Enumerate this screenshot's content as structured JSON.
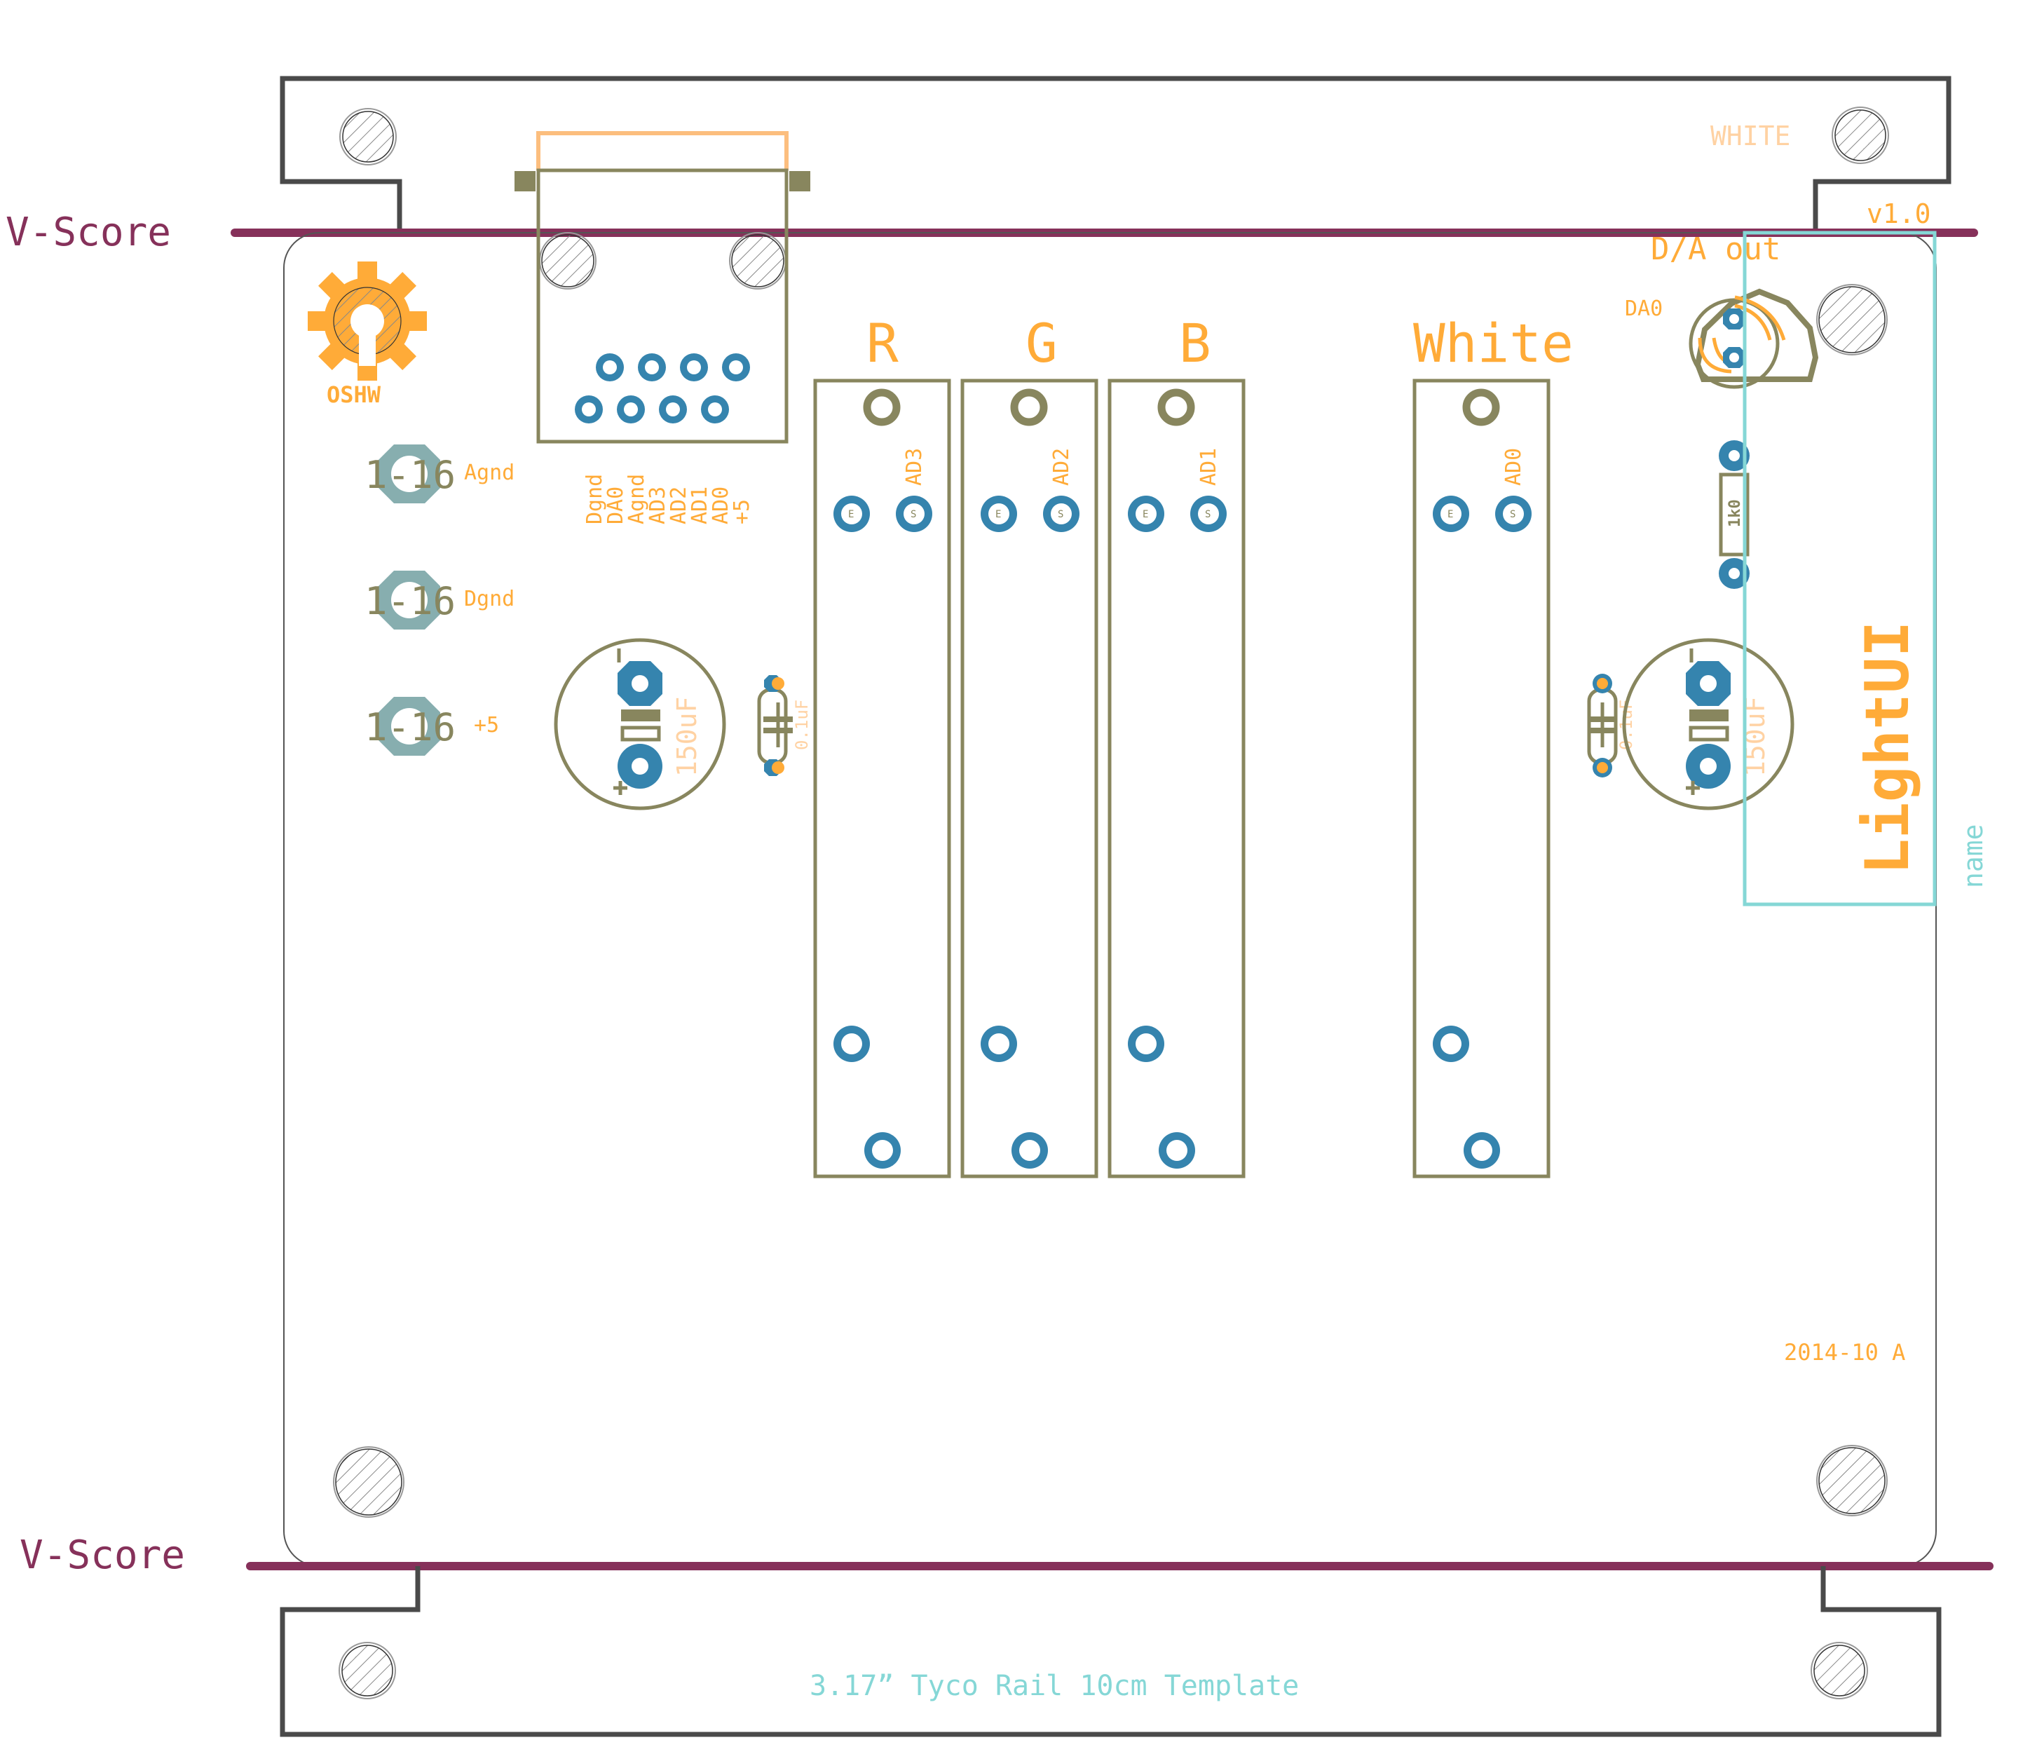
{
  "document": {
    "title": "LightUI",
    "subtitle": "name",
    "template": "3.17” Tyco Rail 10cm Template",
    "version": "v1.0",
    "date_rev": "2014-10 A",
    "color_tag": "WHITE"
  },
  "vscore": {
    "top_label": "V-Score",
    "bottom_label": "V-Score"
  },
  "logo": {
    "icon": "oshw-gear-icon",
    "label": "OSHW"
  },
  "power_terminals": [
    {
      "part": "1-16",
      "net": "Agnd"
    },
    {
      "part": "1-16",
      "net": "Dgnd"
    },
    {
      "part": "1-16",
      "net": "+5"
    }
  ],
  "connector": {
    "pin_labels": [
      "Dgnd",
      "DA0",
      "Agnd",
      "AD3",
      "AD2",
      "AD1",
      "AD0",
      "+5"
    ]
  },
  "capacitors": {
    "electrolytic_value": "150uF",
    "ceramic_value": "0.1uF",
    "minus_sign": "-",
    "plus_sign": "+"
  },
  "sliders": [
    {
      "label": "R",
      "net": "AD3",
      "pad_e": "E",
      "pad_s": "S"
    },
    {
      "label": "G",
      "net": "AD2",
      "pad_e": "E",
      "pad_s": "S"
    },
    {
      "label": "B",
      "net": "AD1",
      "pad_e": "E",
      "pad_s": "S"
    },
    {
      "label": "White",
      "net": "AD0",
      "pad_e": "E",
      "pad_s": "S"
    }
  ],
  "output": {
    "label": "D/A out",
    "net": "DA0",
    "resistor_value": "1k0"
  },
  "colors": {
    "vscore": "#86315a",
    "silkscreen": "#88865e",
    "tplace_text": "#ffab38",
    "tname_text": "#ffd2a3",
    "pad": "#3584ae",
    "document_cyan": "#85d7d6",
    "rail_outline": "#4a4a4a"
  }
}
